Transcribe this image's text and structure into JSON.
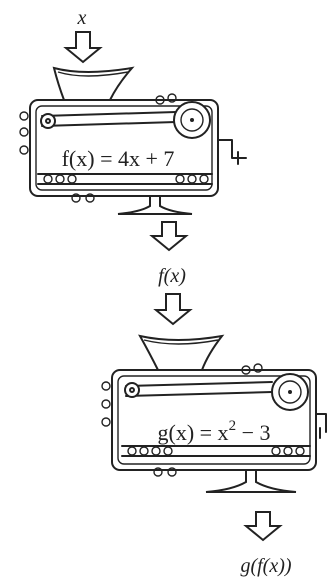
{
  "labels": {
    "input": "x",
    "intermediate": "f(x)",
    "output": "g(f(x))"
  },
  "machines": [
    {
      "name": "f",
      "equation_lhs": "f(x) = 4x + 7",
      "equation_sup": ""
    },
    {
      "name": "g",
      "equation_lhs": "g(x) = x",
      "equation_sup": "2",
      "equation_tail": " − 3"
    }
  ],
  "colors": {
    "ink": "#222222",
    "background": "#ffffff"
  }
}
